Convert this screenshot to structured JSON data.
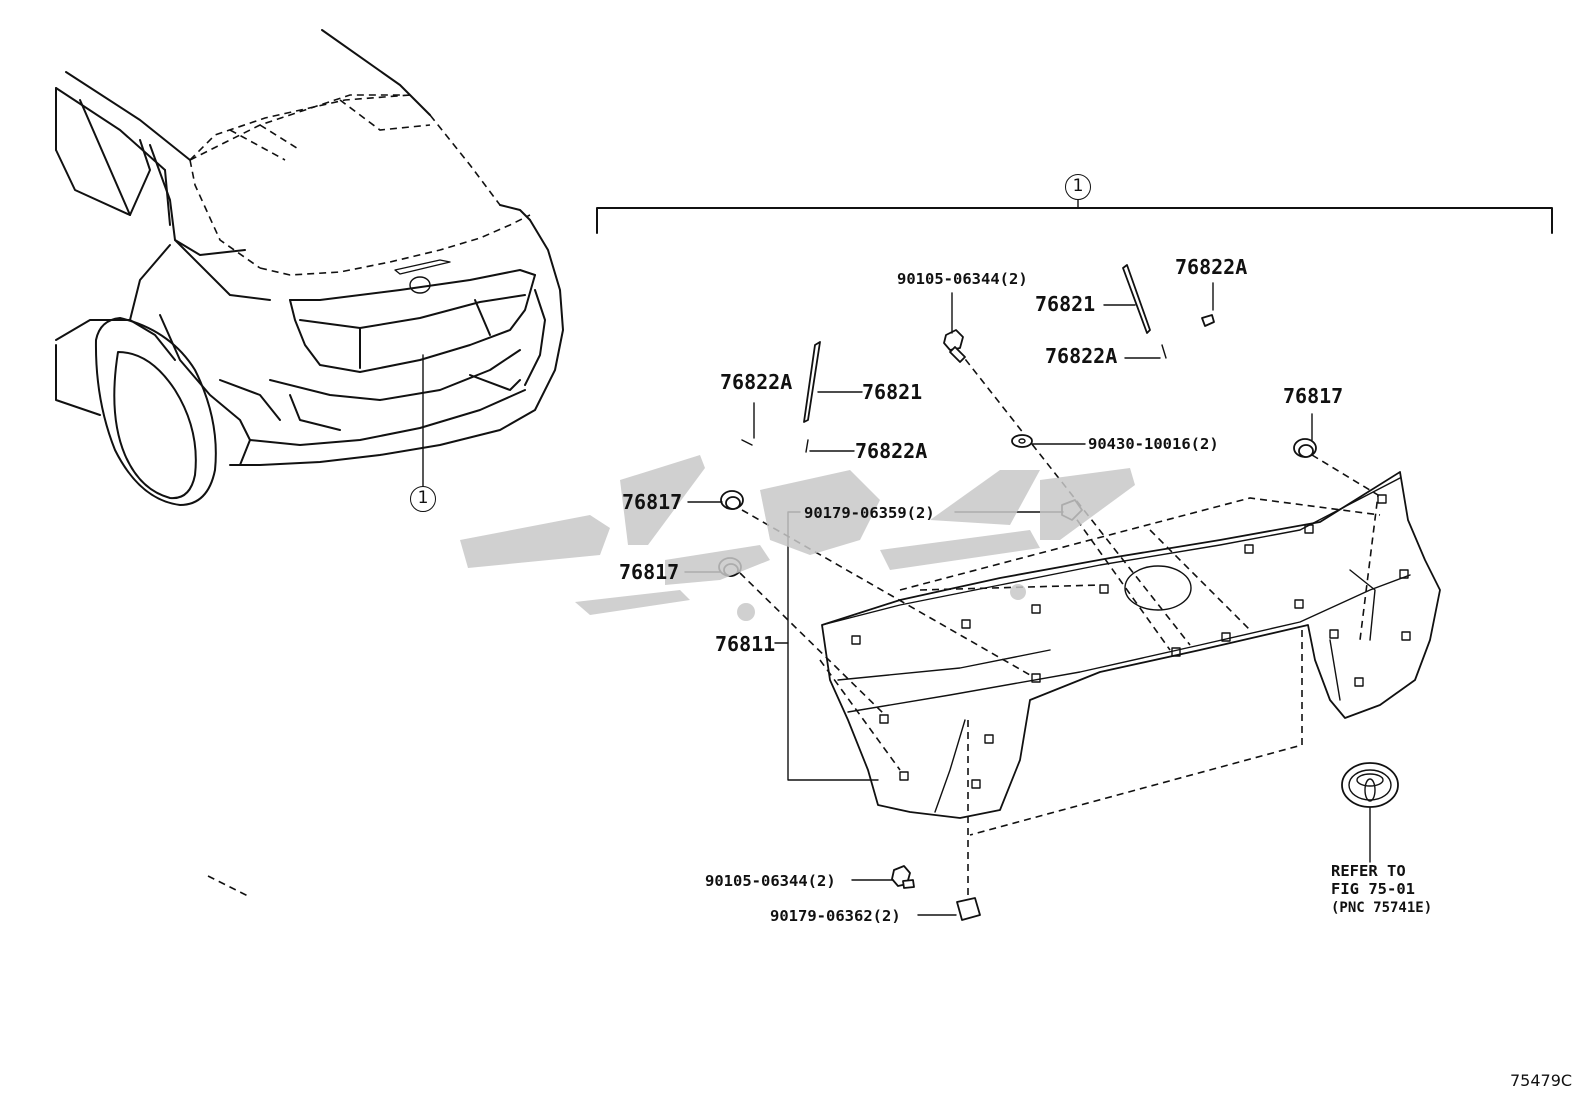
{
  "callout_index": "1",
  "part_labels": {
    "p76822a_top_right": "76822A",
    "p90105_top": "90105-06344(2)",
    "p76821_top": "76821",
    "p76822a_mid_right": "76822A",
    "p76822a_left_top": "76822A",
    "p76821_left": "76821",
    "p76822a_left_bottom": "76822A",
    "p90430": "90430-10016(2)",
    "p76817_right": "76817",
    "p76817_left_a": "76817",
    "p90179_06359": "90179-06359(2)",
    "p76817_left_b": "76817",
    "p76811": "76811",
    "p90105_bottom": "90105-06344(2)",
    "p90179_06362": "90179-06362(2)"
  },
  "reference_note": {
    "line1": "REFER TO",
    "line2": "FIG 75-01",
    "line3": "(PNC 75741E)"
  },
  "figure_number": "75479C",
  "colors": {
    "line": "#111111",
    "watermark": "#c8c8c8"
  }
}
